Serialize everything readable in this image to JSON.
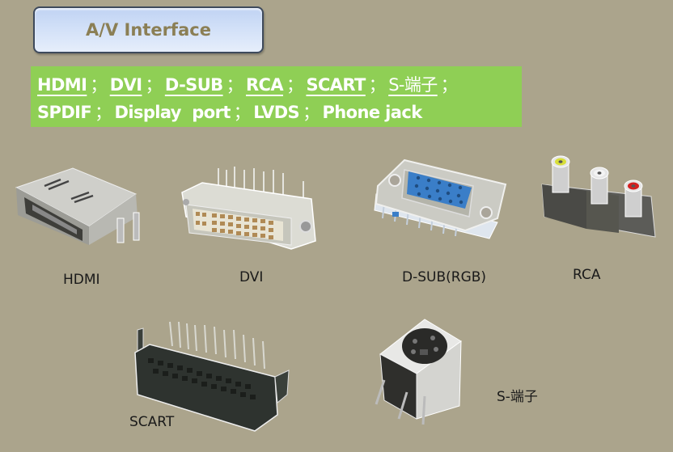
{
  "title": {
    "text": "A/V Interface"
  },
  "banner": {
    "line1": [
      {
        "text": "HDMI",
        "link": true
      },
      {
        "text": "DVI",
        "link": true
      },
      {
        "text": "D-SUB",
        "link": true
      },
      {
        "text": "RCA",
        "link": true
      },
      {
        "text": "SCART",
        "link": true
      },
      {
        "text": "S-端子",
        "link": true
      }
    ],
    "line2": [
      {
        "text": "SPDIF",
        "link": false
      },
      {
        "text": "Display  port",
        "link": false
      },
      {
        "text": "LVDS",
        "link": false
      },
      {
        "text": "Phone jack",
        "link": false
      }
    ],
    "separator": "；"
  },
  "connectors": [
    {
      "id": "hdmi",
      "label": "HDMI",
      "icon": "hdmi-connector-icon"
    },
    {
      "id": "dvi",
      "label": "DVI",
      "icon": "dvi-connector-icon"
    },
    {
      "id": "dsub",
      "label": "D-SUB(RGB)",
      "icon": "dsub-connector-icon"
    },
    {
      "id": "rca",
      "label": "RCA",
      "icon": "rca-connector-icon"
    },
    {
      "id": "scart",
      "label": "SCART",
      "icon": "scart-connector-icon"
    },
    {
      "id": "svideo",
      "label": "S-端子",
      "icon": "s-video-connector-icon"
    }
  ],
  "colors": {
    "background": "#aba48c",
    "banner": "#8fcf55",
    "title_text": "#8b7f55",
    "rca_yellow": "#d8df3a",
    "rca_white": "#f2f2f2",
    "rca_red": "#d42020",
    "dsub_blue": "#3a7ec8"
  }
}
